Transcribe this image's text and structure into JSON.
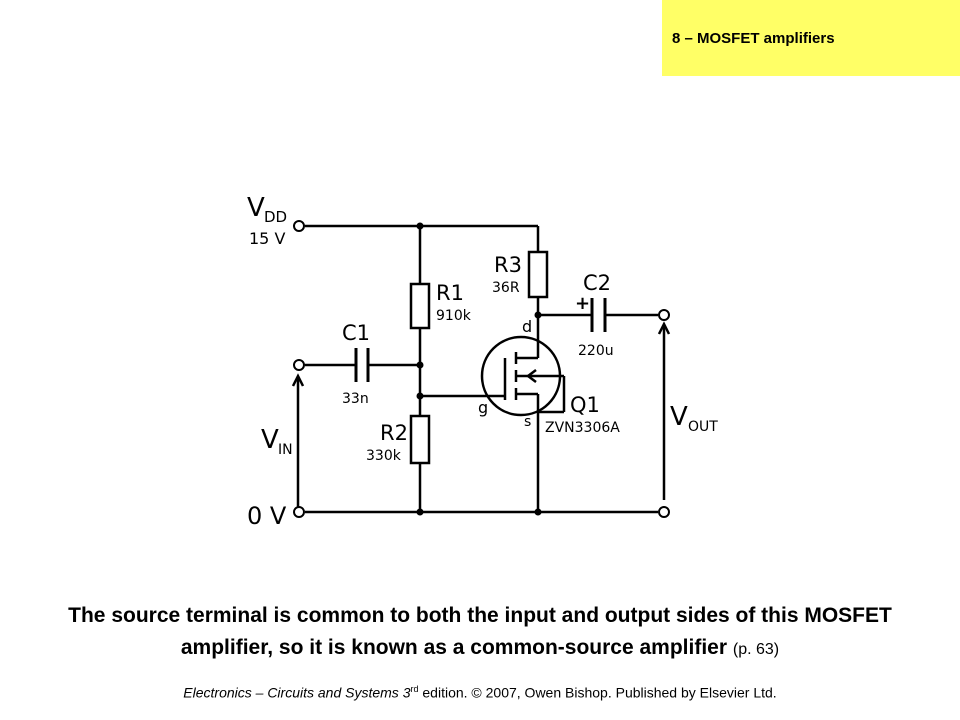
{
  "header": {
    "section_title": "8 – MOSFET amplifiers"
  },
  "circuit": {
    "vdd_main": "V",
    "vdd_sub": "DD",
    "vdd_value": "15 V",
    "zero_v": "0 V",
    "vin_main": "V",
    "vin_sub": "IN",
    "vout_main": "V",
    "vout_sub": "OUT",
    "r1_name": "R1",
    "r1_value": "910k",
    "r2_name": "R2",
    "r2_value": "330k",
    "r3_name": "R3",
    "r3_value": "36R",
    "c1_name": "C1",
    "c1_value": "33n",
    "c2_name": "C2",
    "c2_value": "220u",
    "c2_plus": "+",
    "q1_name": "Q1",
    "q1_part": "ZVN3306A",
    "drain_label": "d",
    "gate_label": "g",
    "source_label": "s"
  },
  "caption": {
    "text": "The source terminal is common to both the input and output sides of this MOSFET amplifier, so it is known as a common-source amplifier",
    "page_ref": "(p. 63)"
  },
  "footer": {
    "book_title": "Electronics – Circuits and Systems 3",
    "edition_sup": "rd",
    "rest": " edition. © 2007, Owen Bishop. Published by Elsevier Ltd."
  }
}
